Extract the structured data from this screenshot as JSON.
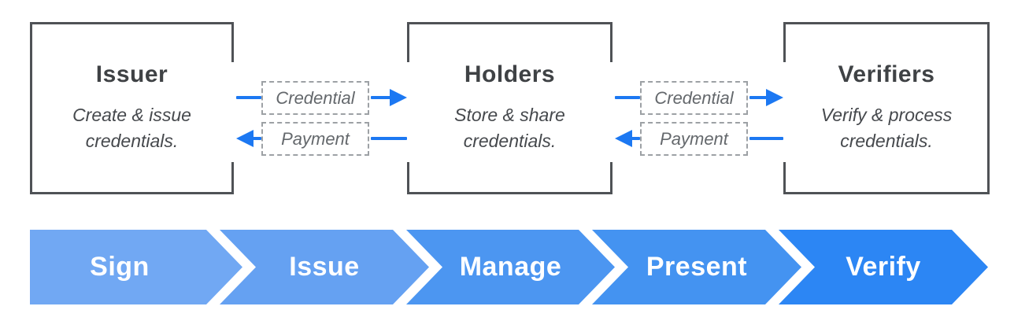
{
  "diagram": {
    "actors": [
      {
        "title": "Issuer",
        "subtitle": "Create & issue credentials."
      },
      {
        "title": "Holders",
        "subtitle": "Store & share credentials."
      },
      {
        "title": "Verifiers",
        "subtitle": "Verify & process credentials."
      }
    ],
    "channels": [
      {
        "forward_label": "Credential",
        "backward_label": "Payment"
      },
      {
        "forward_label": "Credential",
        "backward_label": "Payment"
      }
    ]
  },
  "process_bar": {
    "steps": [
      {
        "label": "Sign",
        "color": "#71A8F3"
      },
      {
        "label": "Issue",
        "color": "#65A1F2"
      },
      {
        "label": "Manage",
        "color": "#4C96F1"
      },
      {
        "label": "Present",
        "color": "#4493F1"
      },
      {
        "label": "Verify",
        "color": "#2C86F4"
      }
    ]
  },
  "colors": {
    "arrow": "#1C78F2",
    "box_border": "#4F5256",
    "dashed_border": "#9DA1A5",
    "title_text": "#3F4245",
    "subtitle_text": "#46494D",
    "label_text": "#64686C",
    "step_text": "#FFFFFF",
    "background": "#FFFFFF"
  }
}
